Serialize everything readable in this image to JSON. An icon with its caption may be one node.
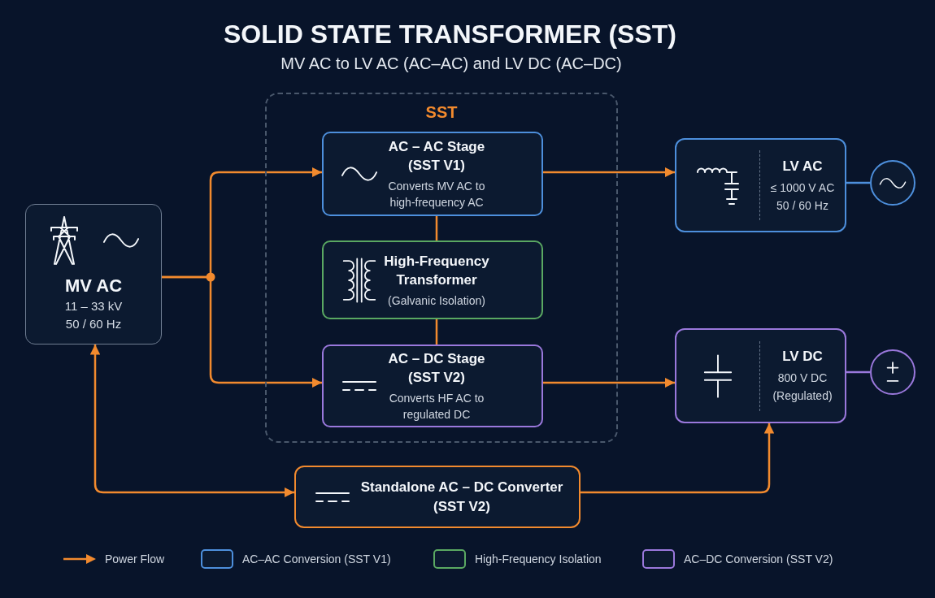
{
  "diagram": {
    "title": "SOLID STATE TRANSFORMER (SST)",
    "nodes": [
      {
        "text": [
          "MV AC",
          "11 – 33 kV",
          "50 / 60 Hz"
        ]
      },
      {
        "text": [
          "SST"
        ]
      },
      {
        "text": [
          "AC – AC Stage (SST V1)",
          "Converts MV AC to high-frequency AC"
        ],
        "in": 1
      },
      {
        "text": [
          "High-Frequency Transformer",
          "(Galvanic Isolation)"
        ],
        "in": 1
      },
      {
        "text": [
          "AC – DC Stage (SST V2)",
          "Converts HF AC to regulated DC"
        ],
        "in": 1
      },
      {
        "text": [
          "LV AC",
          "≤ 1000 V AC",
          "50 / 60 Hz"
        ]
      },
      {
        "text": [],
        "shape": "circle"
      },
      {
        "text": [
          "LV DC",
          "800 V DC",
          "(Regulated)"
        ]
      },
      {
        "text": [],
        "shape": "circle"
      },
      {
        "text": [
          "Standalone AC – DC Converter (SST V2)"
        ]
      }
    ],
    "edges": [
      {
        "from": 0,
        "to": 2,
        "arrow": "to"
      },
      {
        "from": 0,
        "to": 4,
        "arrow": "to"
      },
      {
        "from": 2,
        "to": 3,
        "arrow": "none"
      },
      {
        "from": 3,
        "to": 4,
        "arrow": "none"
      },
      {
        "from": 2,
        "to": 5,
        "arrow": "to"
      },
      {
        "from": 4,
        "to": 7,
        "arrow": "to"
      },
      {
        "from": 5,
        "to": 6,
        "arrow": "none",
        "color": "#4d8fdc"
      },
      {
        "from": 7,
        "to": 8,
        "arrow": "none",
        "color": "#9a78dc"
      },
      {
        "from": 9,
        "to": 0,
        "arrow": "both"
      },
      {
        "from": 9,
        "to": 7,
        "arrow": "to"
      }
    ],
    "labels": [
      "MV AC to LV AC (AC–AC) and LV DC (AC–DC)"
    ],
    "legend": [
      {
        "text": "Power Flow"
      },
      {
        "text": "AC–AC Conversion (SST V1)",
        "color": "#4d8fdc"
      },
      {
        "text": "High-Frequency Isolation",
        "color": "#5aa862"
      },
      {
        "text": "AC–DC Conversion (SST V2)",
        "color": "#9a78dc"
      }
    ]
  }
}
